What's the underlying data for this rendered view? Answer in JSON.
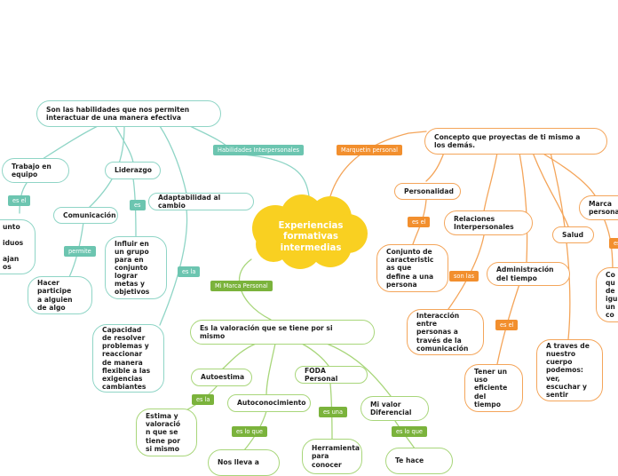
{
  "central": {
    "text": "Experiencias\nformativas\nintermedias",
    "fill": "#f9d021"
  },
  "colors": {
    "teal": "#8fd5c6",
    "orange": "#f4a55a",
    "green": "#a8d67a"
  },
  "labels": {
    "habilidades": "Habilidades Interpersonales",
    "marquetin": "Marquetin personal",
    "mimarca": "Mi Marca Personal",
    "esel_trabajo": "es el",
    "es_liderazgo": "es",
    "permite": "permite",
    "esla_adapt": "es la",
    "esel_personalidad": "es el",
    "sonlas": "son las",
    "esel_admin": "es el",
    "esel_marca": "es",
    "esla_autoestima": "es la",
    "esloque_auto": "es lo que",
    "esuna": "es una",
    "esloque_valor": "es lo que"
  },
  "nodes": {
    "habilidades_def": "Son las habilidades que nos permiten\ninteractuar de una manera efectiva",
    "trabajo": "Trabajo en\nequipo",
    "trabajo_child": "unto\n\niduos\n\najan\nos",
    "liderazgo": "Liderazgo",
    "comunicacion": "Comunicación",
    "influir": "Influir en\nun grupo\npara en\nconjunto\nlograr\nmetas y\nobjetivos",
    "hacer": "Hacer\nparticipe\na alguien\nde algo",
    "adaptabilidad": "Adaptabilidad al cambio",
    "capacidad": "Capacidad\nde resolver\nproblemas y\nreaccionar\nde manera\nflexible a las\nexigencias\ncambiantes",
    "concepto": "Concepto que proyectas de ti mismo a\nlos demás.",
    "personalidad": "Personalidad",
    "conjunto": "Conjunto de\ncaracteristic\nas que\ndefine a una\npersona",
    "relaciones": "Relaciones\nInterpersonales",
    "interaccion": "Interacción\nentre\npersonas a\ntravés de la\ncomunicación",
    "administracion": "Administración\ndel tiempo",
    "tener": "Tener un\nuso\neficiente\ndel\ntiempo",
    "salud": "Salud",
    "traves": "A traves de\nnuestro\ncuerpo\npodemos:\nver,\nescuchar y\nsentir",
    "marca": "Marca\npersona",
    "marca_child": "Co\nqu\nde\nigu\nun\nco",
    "valoracion": "Es la valoración que se tiene por si\nmismo",
    "autoestima": "Autoestima",
    "estima": "Estima y\nvaloració\nn que se\ntiene por\nsi mismo",
    "autoconocimiento": "Autoconocimiento",
    "nos_lleva": "Nos lleva a",
    "foda": "FODA Personal",
    "herramienta": "Herramienta\npara conocer",
    "mi_valor": "Mi valor\nDiferencial",
    "te_hace": "Te hace"
  }
}
